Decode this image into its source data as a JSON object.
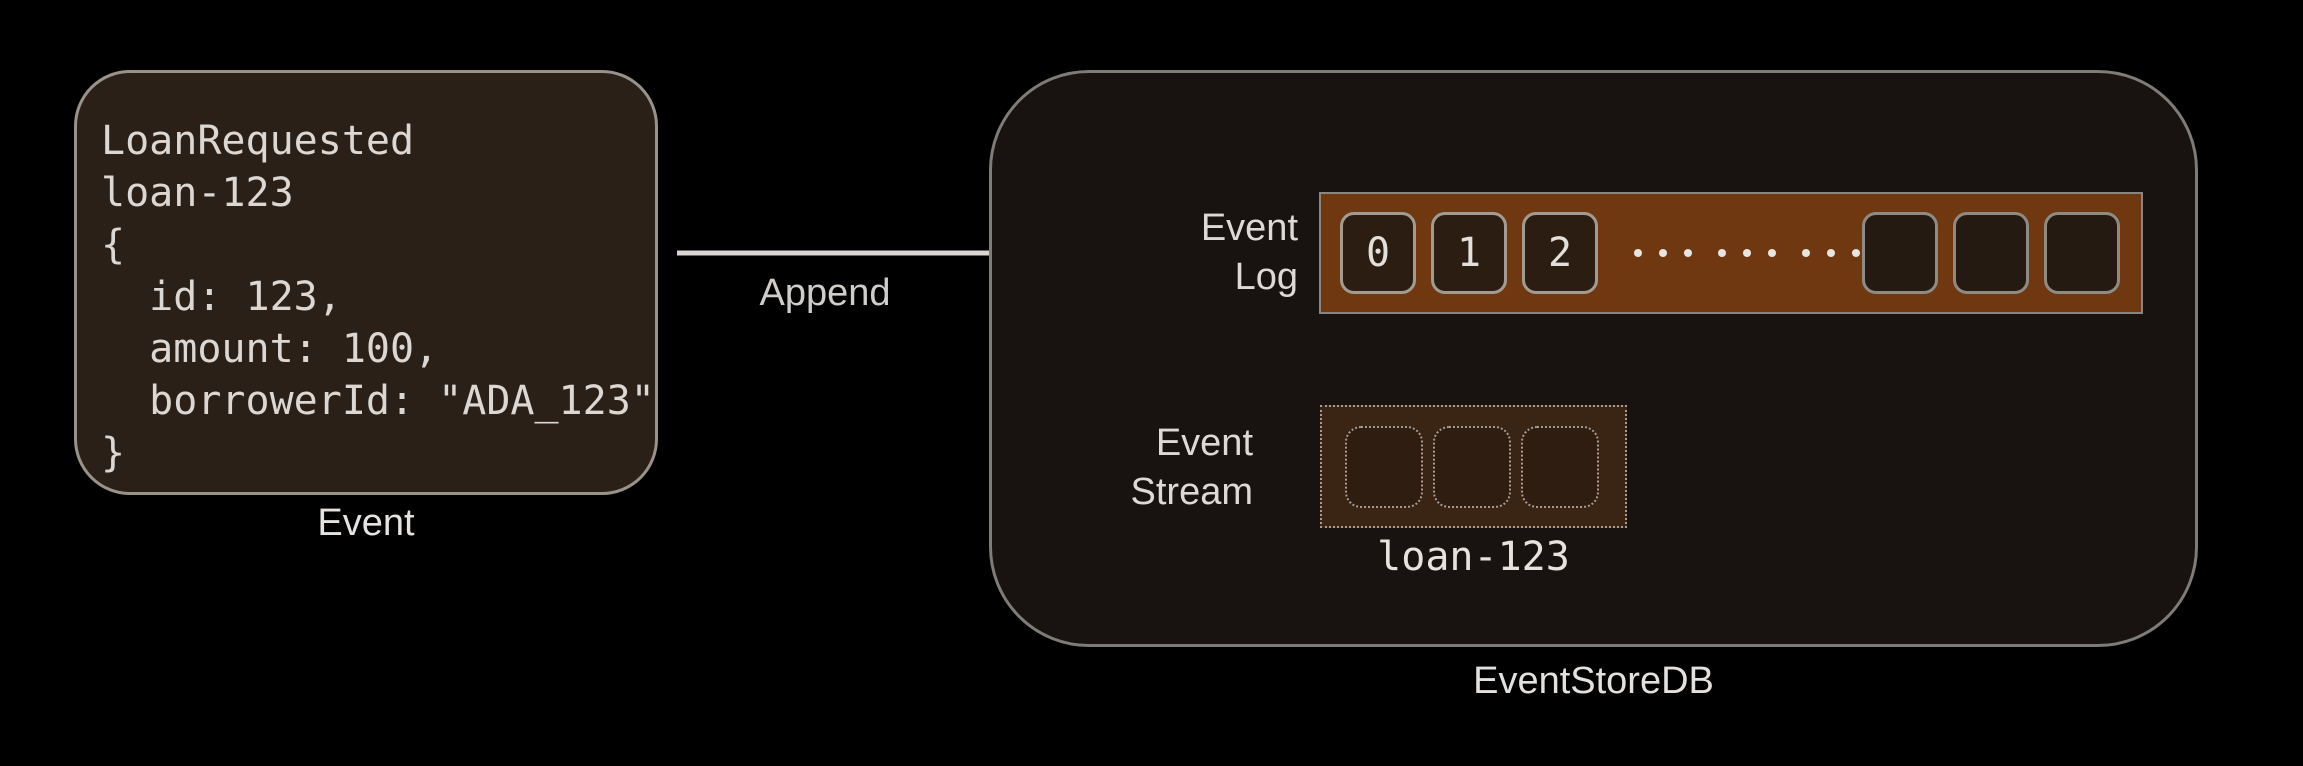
{
  "event_card": {
    "code_lines": [
      "LoanRequested",
      "loan-123",
      "{",
      "  id: 123,",
      "  amount: 100,",
      "  borrowerId: \"ADA_123\"",
      "}"
    ],
    "caption": "Event"
  },
  "append_label": "Append",
  "event_store": {
    "caption": "EventStoreDB",
    "event_log": {
      "label_lines": [
        "Event",
        "Log"
      ],
      "cells": [
        "0",
        "1",
        "2"
      ],
      "empty_cell_count": 3,
      "dot_groups": 3,
      "dots_per_group": 3
    },
    "event_stream": {
      "label_lines": [
        "Event",
        "Stream"
      ],
      "empty_cell_count": 3,
      "stream_name": "loan-123"
    }
  },
  "colors": {
    "background": "#000000",
    "card_fill": "#2b2018",
    "container_fill": "#181310",
    "log_bar_fill": "#6f3810",
    "cell_fill": "#2b1d12",
    "stream_box_fill": "#3a2514",
    "border_light": "#98928a",
    "arrow": "#d8d6d3",
    "text_light": "#e3e0dc"
  }
}
